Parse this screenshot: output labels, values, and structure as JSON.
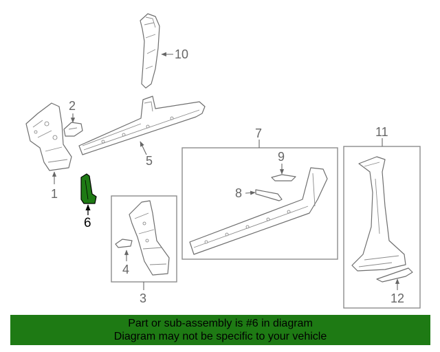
{
  "callouts": {
    "c1": "1",
    "c2": "2",
    "c3": "3",
    "c4": "4",
    "c5": "5",
    "c6": "6",
    "c7": "7",
    "c8": "8",
    "c9": "9",
    "c10": "10",
    "c11": "11",
    "c12": "12"
  },
  "highlighted_part": "6",
  "colors": {
    "highlight": "#1e7a14",
    "banner": "#1e7a14",
    "line": "#6e6e6e"
  },
  "banner": {
    "line1": "Part or sub-assembly is #6 in diagram",
    "line2": "Diagram may not be specific to your vehicle"
  }
}
